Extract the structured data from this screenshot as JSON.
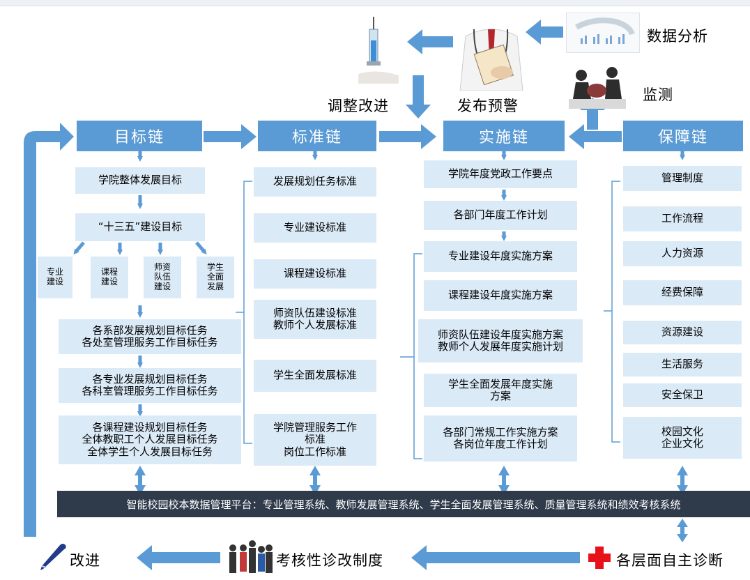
{
  "top_labels": {
    "data_analysis": "数据分析",
    "monitoring": "监测",
    "adjust_improve": "调整改进",
    "issue_warning": "发布预警"
  },
  "chains": {
    "goal": "目标链",
    "standard": "标准链",
    "implementation": "实施链",
    "guarantee": "保障链"
  },
  "goal_chain": {
    "overall": "学院整体发展目标",
    "plan_135": "“十三五”建设目标",
    "sub": [
      "专业\n建设",
      "课程\n建设",
      "师资\n队伍\n建设",
      "学生\n全面\n发展"
    ],
    "task1": "各系部发展规划目标任务\n各处室管理服务工作目标任务",
    "task2": "各专业发展规划目标任务\n各科室管理服务工作目标任务",
    "task3": "各课程建设规划目标任务\n全体教职工个人发展目标任务\n全体学生个人发展目标任务"
  },
  "standard_chain": [
    "发展规划任务标准",
    "专业建设标准",
    "课程建设标准",
    "师资队伍建设标准\n教师个人发展标准",
    "学生全面发展标准",
    "学院管理服务工作\n标准\n岗位工作标准"
  ],
  "implementation_chain": [
    "学院年度党政工作要点",
    "各部门年度工作计划",
    "专业建设年度实施方案",
    "课程建设年度实施方案",
    "师资队伍建设年度实施方案\n教师个人发展年度实施计划",
    "学生全面发展年度实施\n方案",
    "各部门常规工作实施方案\n各岗位年度工作计划"
  ],
  "guarantee_chain": [
    "管理制度",
    "工作流程",
    "人力资源",
    "经费保障",
    "资源建设",
    "生活服务",
    "安全保卫",
    "校园文化\n企业文化"
  ],
  "platform": "智能校园校本数据管理平台：专业管理系统、教师发展管理系统、学生全面发展管理系统、质量管理系统和绩效考核系统",
  "bottom_labels": {
    "improve": "改进",
    "assessment": "考核性诊改制度",
    "self_diagnosis": "各层面自主诊断"
  },
  "colors": {
    "chain_header": "#5b9bd5",
    "box_fill": "#dbeaf7",
    "platform": "#2f3a4a",
    "arrow": "#5b9bd5",
    "cross": "#e8111a"
  }
}
